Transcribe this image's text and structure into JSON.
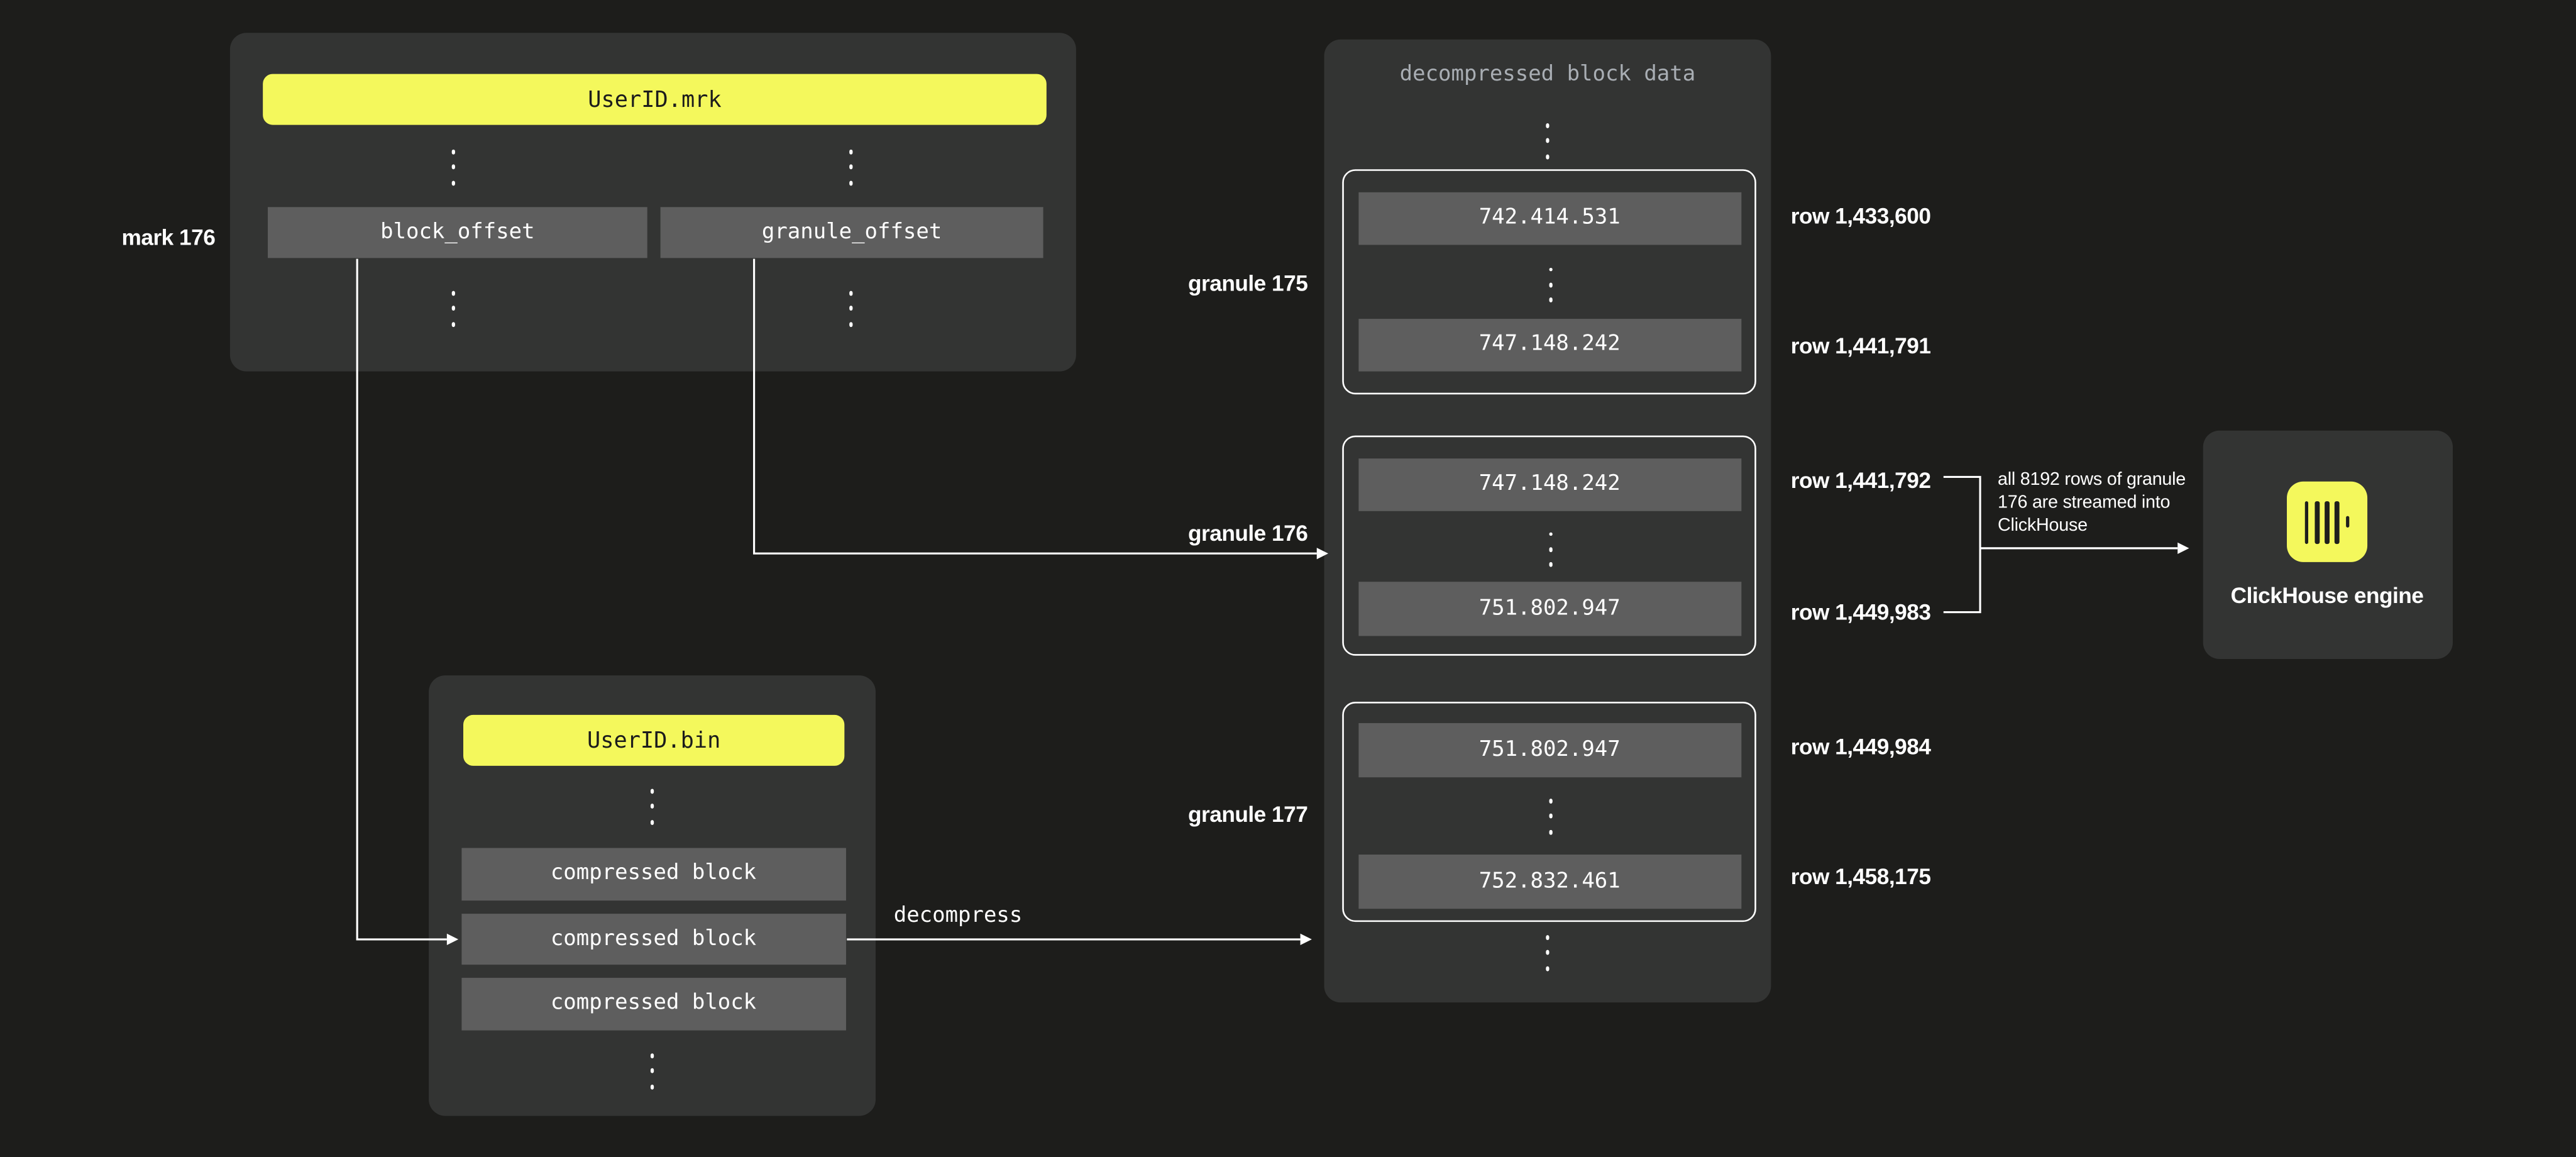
{
  "colors": {
    "background": "#1d1d1b",
    "panel": "#333433",
    "box": "#5e5e5e",
    "accent_yellow": "#f4f85c",
    "text_light": "#ffffff",
    "text_dark": "#1c1c1c",
    "muted": "#a9aeb4"
  },
  "mrk_panel": {
    "title": "UserID.mrk",
    "label": "mark 176",
    "fields": [
      {
        "label": "block_offset"
      },
      {
        "label": "granule_offset"
      }
    ]
  },
  "bin_panel": {
    "title": "UserID.bin",
    "blocks": [
      {
        "label": "compressed block"
      },
      {
        "label": "compressed block"
      },
      {
        "label": "compressed block"
      }
    ]
  },
  "decompress_arrow_label": "decompress",
  "decompressed_panel": {
    "title": "decompressed block data",
    "granules": [
      {
        "label": "granule 175",
        "first_value": "742.414.531",
        "last_value": "747.148.242",
        "first_row": "row 1,433,600",
        "last_row": "row 1,441,791"
      },
      {
        "label": "granule 176",
        "first_value": "747.148.242",
        "last_value": "751.802.947",
        "first_row": "row 1,441,792",
        "last_row": "row 1,449,983"
      },
      {
        "label": "granule 177",
        "first_value": "751.802.947",
        "last_value": "752.832.461",
        "first_row": "row 1,449,984",
        "last_row": "row 1,458,175"
      }
    ]
  },
  "annotation": {
    "line1": "all 8192 rows of granule",
    "line2": "176 are streamed into",
    "line3": "ClickHouse"
  },
  "engine": {
    "label": "ClickHouse engine"
  }
}
